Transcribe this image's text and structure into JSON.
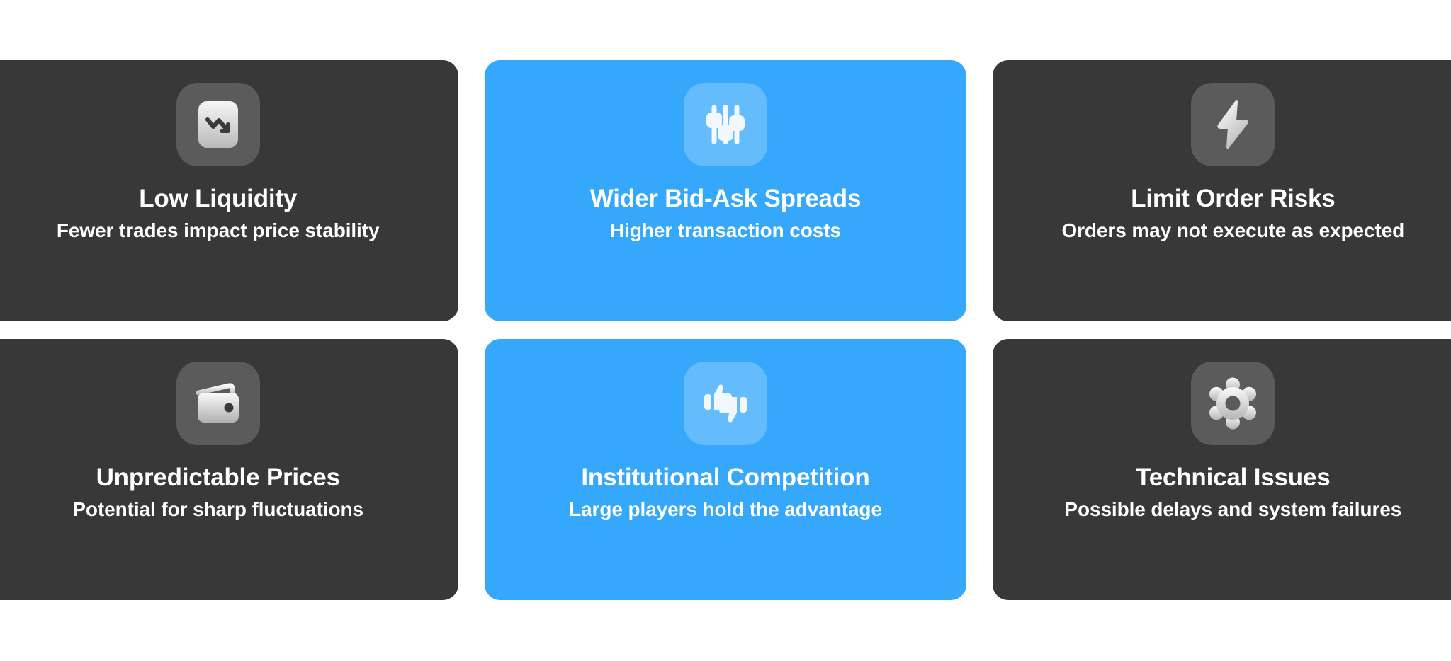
{
  "page": {
    "background_color": "#ffffff",
    "layout": "3x2-card-grid",
    "columns": 3,
    "rows": 2
  },
  "theme": {
    "dark_card_color": "#383838",
    "blue_card_color": "#35a8fc",
    "dark_icon_tile_color": "#5b5b5b",
    "blue_icon_tile_color": "rgba(255,255,255,0.24)",
    "text_color": "#ffffff",
    "icon_glyph_light": "#e6e6e6",
    "icon_glyph_white": "#ffffff"
  },
  "cards": [
    {
      "title": "Low Liquidity",
      "subtitle": "Fewer trades impact price stability",
      "icon": "chart-decline-icon",
      "theme": "dark"
    },
    {
      "title": "Wider Bid-Ask Spreads",
      "subtitle": "Higher transaction costs",
      "icon": "sliders-icon",
      "theme": "blue"
    },
    {
      "title": "Limit Order Risks",
      "subtitle": "Orders may not execute as expected",
      "icon": "lightning-bolt-icon",
      "theme": "dark"
    },
    {
      "title": "Unpredictable Prices",
      "subtitle": "Potential for sharp fluctuations",
      "icon": "wallet-icon",
      "theme": "dark"
    },
    {
      "title": "Institutional Competition",
      "subtitle": "Large players hold the advantage",
      "icon": "thumbs-up-down-icon",
      "theme": "blue"
    },
    {
      "title": "Technical Issues",
      "subtitle": "Possible delays and system failures",
      "icon": "gear-icon",
      "theme": "dark"
    }
  ]
}
